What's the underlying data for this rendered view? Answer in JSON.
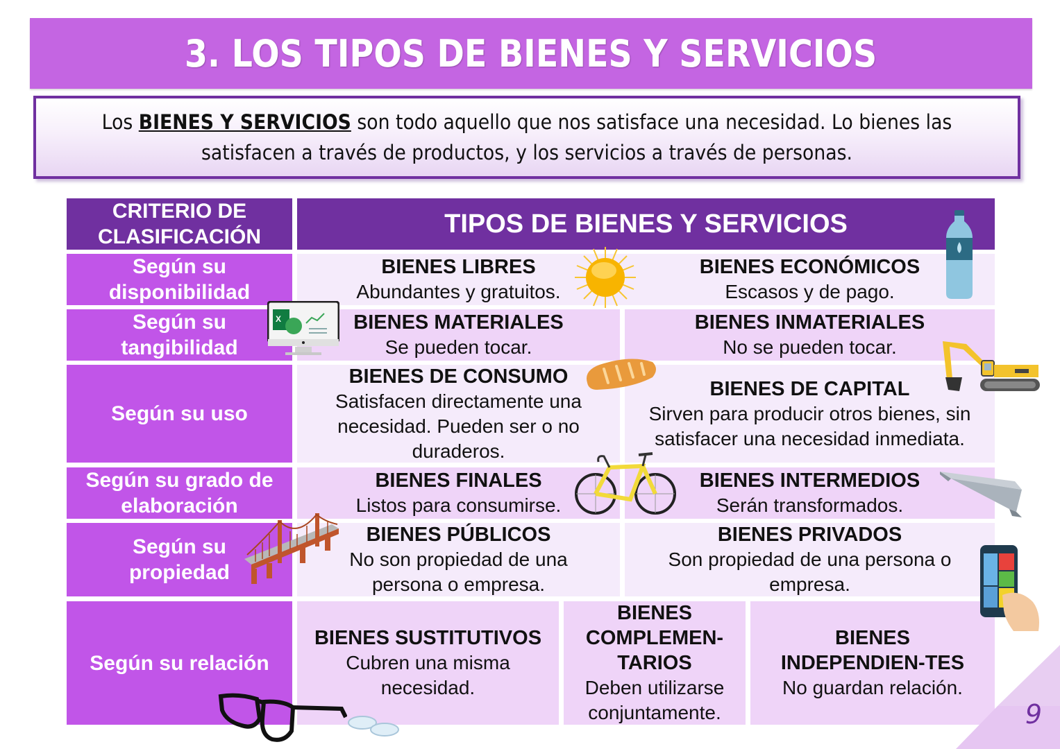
{
  "title": "3. LOS TIPOS DE BIENES Y SERVICIOS",
  "intro": {
    "prefix": "Los ",
    "emphasis": "BIENES Y SERVICIOS",
    "rest": " son todo aquello que nos satisface una necesidad. Lo bienes las satisfacen a través de productos, y los servicios a través de personas."
  },
  "table": {
    "header": {
      "criteria": "CRITERIO DE CLASIFICACIÓN",
      "types": "TIPOS DE BIENES Y SERVICIOS"
    },
    "rows": [
      {
        "criterion": "Según su disponibilidad",
        "types": [
          {
            "title": "BIENES LIBRES",
            "desc": "Abundantes y gratuitos."
          },
          {
            "title": "BIENES ECONÓMICOS",
            "desc": "Escasos y de pago."
          }
        ]
      },
      {
        "criterion": "Según su tangibilidad",
        "types": [
          {
            "title": "BIENES MATERIALES",
            "desc": "Se pueden tocar."
          },
          {
            "title": "BIENES INMATERIALES",
            "desc": "No se pueden tocar."
          }
        ]
      },
      {
        "criterion": "Según su uso",
        "types": [
          {
            "title": "BIENES DE CONSUMO",
            "desc": "Satisfacen directamente una necesidad. Pueden ser o no duraderos."
          },
          {
            "title": "BIENES DE CAPITAL",
            "desc": "Sirven para producir otros bienes, sin satisfacer una necesidad inmediata."
          }
        ]
      },
      {
        "criterion": "Según su grado de elaboración",
        "types": [
          {
            "title": "BIENES FINALES",
            "desc": "Listos para consumirse."
          },
          {
            "title": "BIENES INTERMEDIOS",
            "desc": "Serán transformados."
          }
        ]
      },
      {
        "criterion": "Según su propiedad",
        "types": [
          {
            "title": "BIENES PÚBLICOS",
            "desc": "No son propiedad de una persona o empresa."
          },
          {
            "title": "BIENES PRIVADOS",
            "desc": "Son propiedad de una persona o empresa."
          }
        ]
      },
      {
        "criterion": "Según su relación",
        "types": [
          {
            "title": "BIENES SUSTITUTIVOS",
            "desc": "Cubren una misma necesidad."
          },
          {
            "title": "BIENES COMPLEMEN-TARIOS",
            "desc": "Deben utilizarse conjuntamente."
          },
          {
            "title": "BIENES INDEPENDIEN-TES",
            "desc": "No guardan relación."
          }
        ]
      }
    ]
  },
  "icons": [
    "water-bottle-icon",
    "sun-icon",
    "computer-software-icon",
    "bread-icon",
    "excavator-icon",
    "bicycle-icon",
    "steel-beam-icon",
    "bridge-icon",
    "smartphone-icon",
    "glasses-icon",
    "contact-lenses-icon"
  ],
  "page_number": "9",
  "colors": {
    "title_bg": "#c465e2",
    "header_bg": "#7030a0",
    "criterion_bg": "#c155e8",
    "cell_light": "#f5ebfb",
    "cell_lilac": "#efd4f8"
  }
}
